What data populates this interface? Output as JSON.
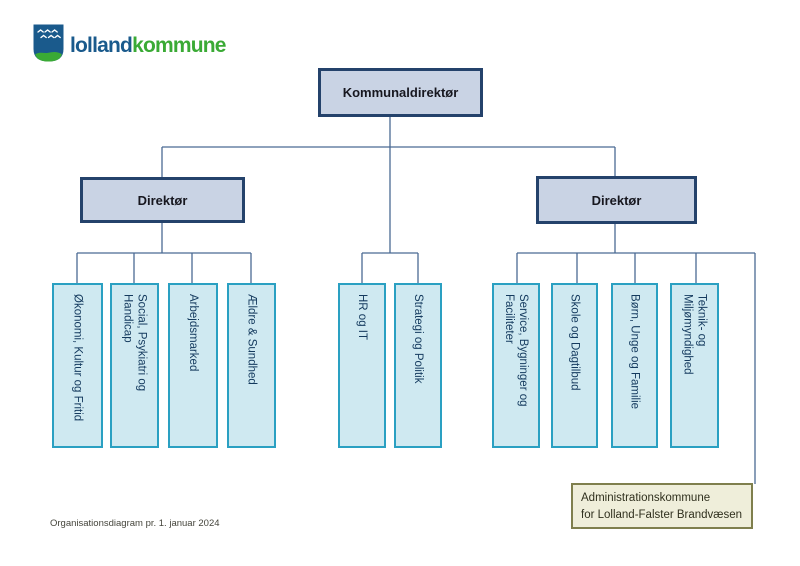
{
  "logo": {
    "text_primary": "lolland",
    "text_secondary": "kommune",
    "primary_color": "#1a5a8c",
    "secondary_color": "#3aaa35",
    "shield_icon": "lolland-kommune-shield"
  },
  "org_chart": {
    "root": {
      "label": "Kommunaldirektør"
    },
    "directors": [
      {
        "label": "Direktør"
      },
      {
        "label": "Direktør"
      }
    ],
    "left_departments": [
      "Økonomi, Kultur og Fritid",
      "Social, Psykiatri og\nHandicap",
      "Arbejdsmarked",
      "Ældre & Sundhed"
    ],
    "staff_departments": [
      "HR og IT",
      "Strategi og Politik"
    ],
    "right_departments": [
      "Service, Bygninger og\nFaciliteter",
      "Skole og Dagtilbud",
      "Børn, Unge og Familie",
      "Teknik- og\nMiljømyndighed"
    ],
    "note": {
      "line1": "Administrationskommune",
      "line2": "for Lolland-Falster Brandvæsen"
    }
  },
  "footer": {
    "caption": "Organisationsdiagram pr. 1. januar 2024"
  },
  "colors": {
    "management_box_fill": "#c9d3e4",
    "management_box_border": "#24426b",
    "department_box_fill": "#cfe9f1",
    "department_box_border": "#2aa0c2",
    "department_text": "#143a5e",
    "note_fill": "#efeeda",
    "note_border": "#7f7f4d",
    "connector": "#4a6a93"
  }
}
